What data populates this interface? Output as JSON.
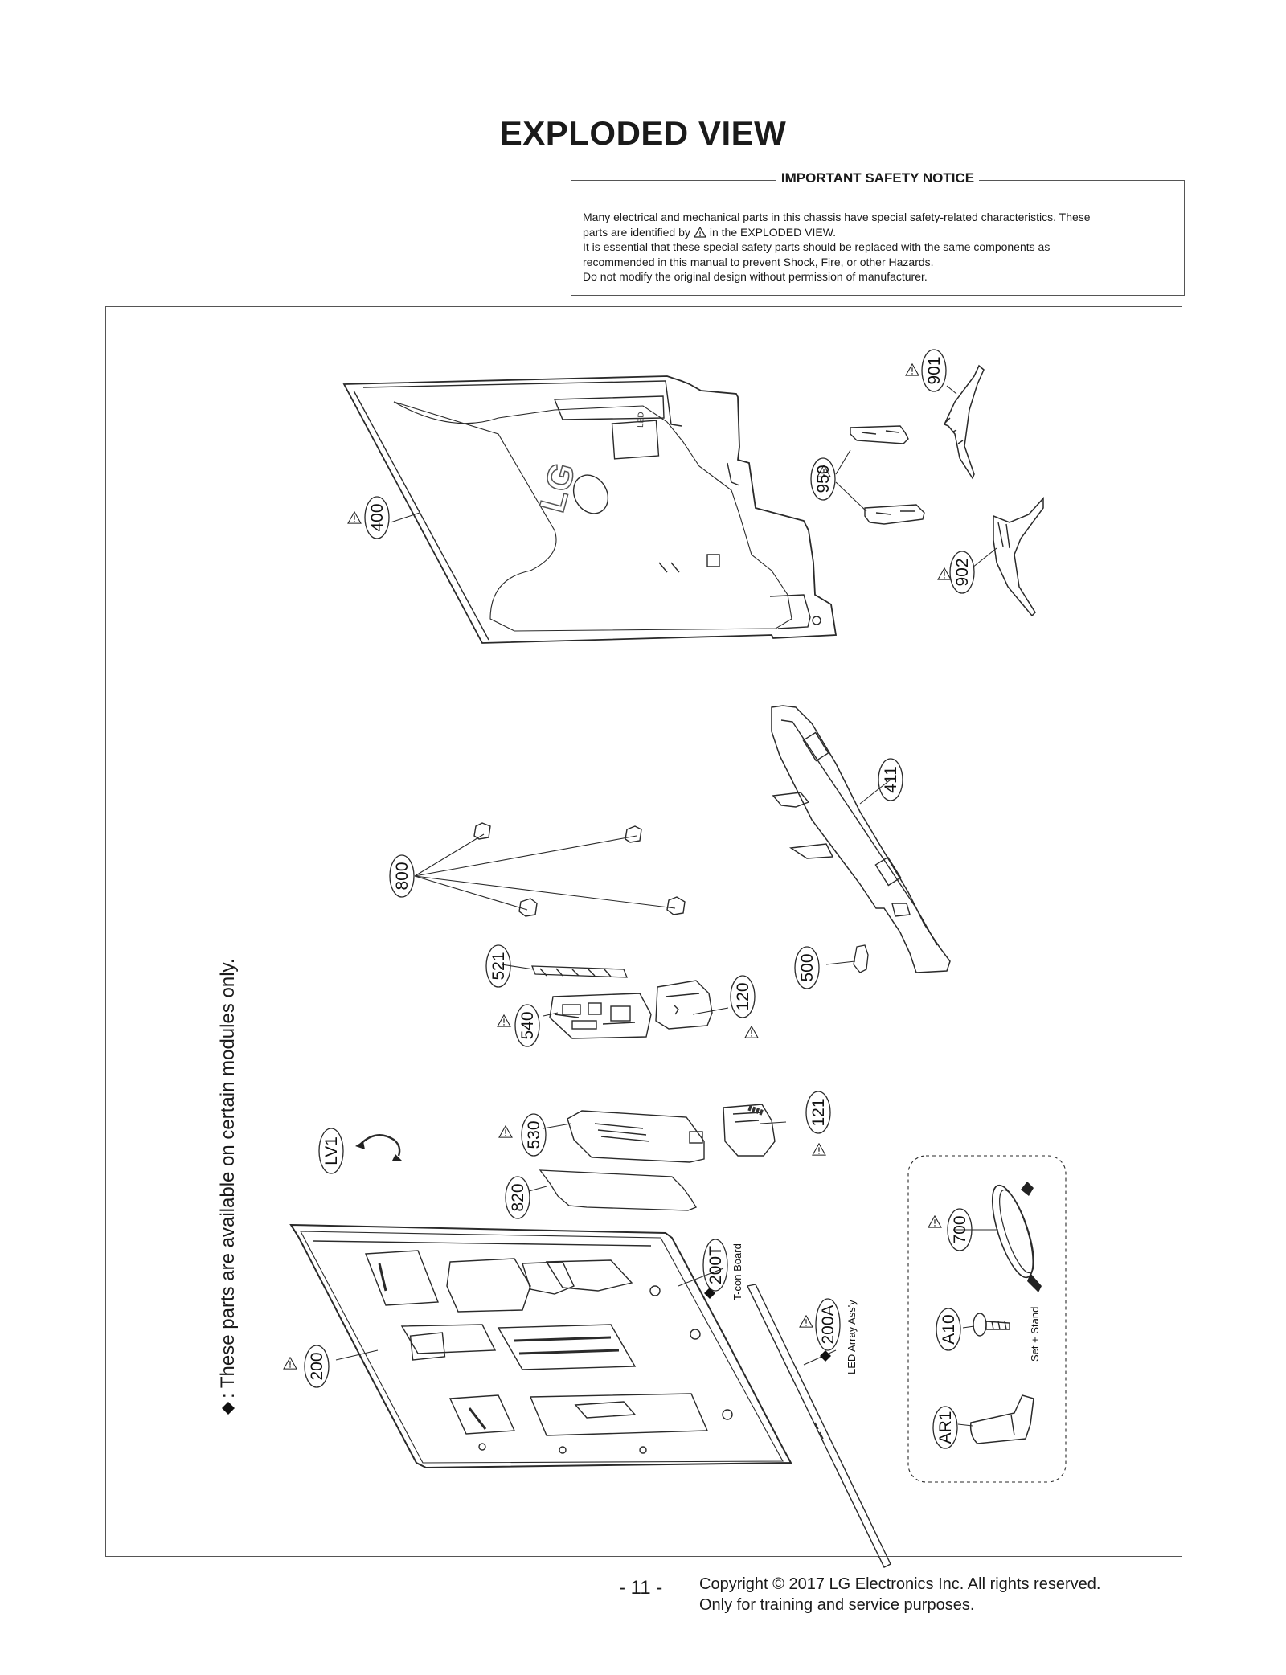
{
  "title": "EXPLODED VIEW",
  "notice": {
    "heading": "IMPORTANT SAFETY NOTICE",
    "line1": "Many electrical and mechanical parts in this chassis have special safety-related characteristics. These",
    "line2a": "parts are identified by",
    "line2b": "in the EXPLODED VIEW.",
    "line3": "It is essential that these special safety parts should be replaced with the same components as",
    "line4": "recommended in this manual to prevent Shock, Fire, or other Hazards.",
    "line5": "Do not modify the original design without permission of manufacturer."
  },
  "side_note": ": These parts are available on certain modules only.",
  "parts": {
    "p400": "400",
    "p901": "901",
    "p950": "950",
    "p902": "902",
    "p411": "411",
    "p800": "800",
    "p521": "521",
    "p500": "500",
    "p120": "120",
    "p540": "540",
    "p530": "530",
    "p121": "121",
    "pLV1": "LV1",
    "p820": "820",
    "p200T": "200T",
    "p200A": "200A",
    "p200": "200",
    "p700": "700",
    "pA10": "A10",
    "pAR1": "AR1"
  },
  "captions": {
    "tcon": "T-con Board",
    "led": "LED Array Ass'y",
    "set_stand": "Set + Stand"
  },
  "footer": {
    "page": "- 11 -",
    "copyright": "Copyright © 2017 LG Electronics Inc. All rights reserved.",
    "training": "Only for training and service purposes."
  }
}
